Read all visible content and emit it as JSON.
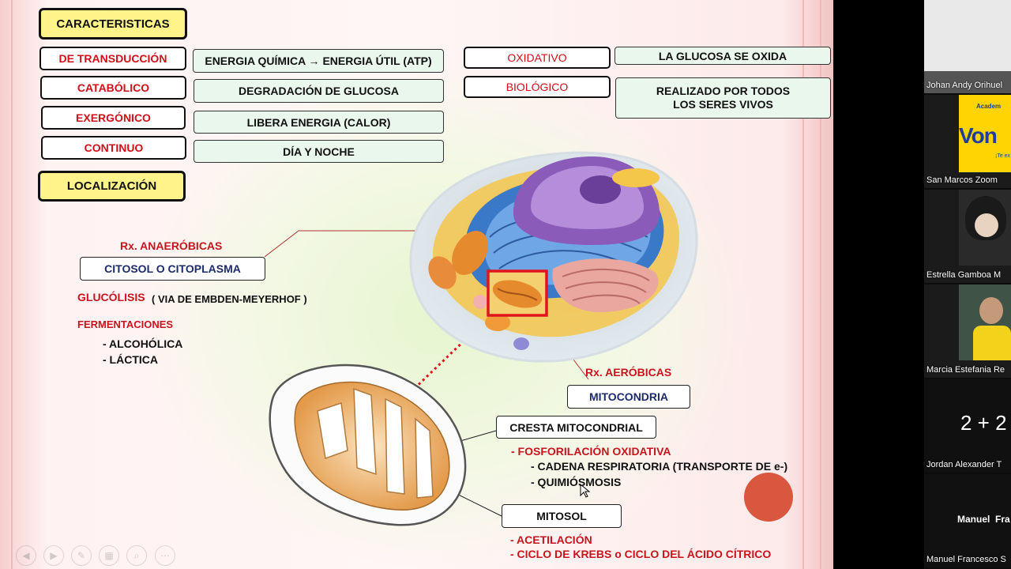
{
  "slide": {
    "headers": {
      "caracteristicas": "CARACTERISTICAS",
      "localizacion": "LOCALIZACIÓN"
    },
    "characteristics": [
      {
        "term": "DE TRANSDUCCIÓN",
        "desc": "ENERGIA QUÍMICA → ENERGIA ÚTIL (ATP)"
      },
      {
        "term": "CATABÓLICO",
        "desc": "DEGRADACIÓN DE GLUCOSA"
      },
      {
        "term": "EXERGÓNICO",
        "desc": "LIBERA ENERGIA (CALOR)"
      },
      {
        "term": "CONTINUO",
        "desc": "DÍA Y NOCHE"
      },
      {
        "term": "OXIDATIVO",
        "desc": "LA GLUCOSA SE OXIDA"
      },
      {
        "term": "BIOLÓGICO",
        "desc": "REALIZADO POR TODOS LOS SERES VIVOS"
      }
    ],
    "anaerobic": {
      "heading": "Rx. ANAERÓBICAS",
      "location": "CITOSOL O CITOPLASMA",
      "glucolisis": "GLUCÓLISIS",
      "glucolisis_note": "( VIA DE EMBDEN-MEYERHOF )",
      "fermentaciones": "FERMENTACIONES",
      "ferm_items": [
        "-   ALCOHÓLICA",
        "-   LÁCTICA"
      ]
    },
    "aerobic": {
      "heading": "Rx. AERÓBICAS",
      "location": "MITOCONDRIA",
      "cresta": "CRESTA MITOCONDRIAL",
      "fosforilacion": "-    FOSFORILACIÓN OXIDATIVA",
      "fos_items": [
        "- CADENA RESPIRATORIA (TRANSPORTE DE e-)",
        "- QUIMIÓSMOSIS"
      ],
      "mitosol": "MITOSOL",
      "mitosol_items": [
        "- ACETILACIÓN",
        "- CICLO DE KREBS o CICLO DEL ÁCIDO CÍTRICO"
      ]
    },
    "colors": {
      "term_red": "#c8141e",
      "header_yellow": "#fff38a",
      "highlight_red": "#e0141e",
      "laser_dot": "#d9573f"
    }
  },
  "presenter_controls": [
    "back-icon",
    "play-icon",
    "pen-icon",
    "slides-icon",
    "zoom-icon",
    "more-icon"
  ],
  "participants": [
    {
      "name": "Johan Andy Orihuel"
    },
    {
      "name": "San Marcos Zoom",
      "logo_text": "Von",
      "logo_top": "Academ",
      "logo_tag": "¡Te ex"
    },
    {
      "name": "Estrella Gamboa M"
    },
    {
      "name": "Marcia Estefania Re"
    },
    {
      "name": "Jordan Alexander T",
      "tile_text": "2 + 2"
    },
    {
      "name": "Manuel Francesco S",
      "tile_text": "Manuel  Fra"
    }
  ]
}
